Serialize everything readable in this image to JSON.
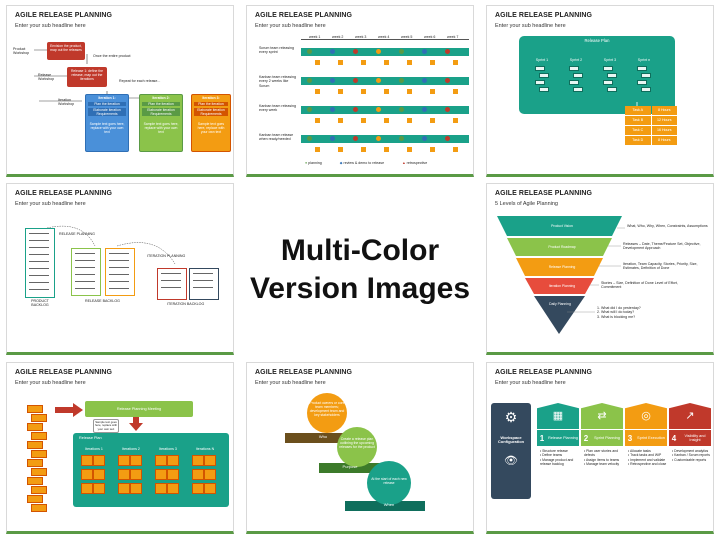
{
  "center": {
    "line1": "Multi-Color",
    "line2": "Version Images"
  },
  "slides": [
    {
      "title": "AGILE RELEASE PLANNING",
      "subtitle": "Enter your sub headline here",
      "labels": {
        "product_workshop": "Product Workshop",
        "release_workshop": "Release Workshop",
        "iteration_workshop": "Iteration Workshop",
        "once_entire": "Once the entire product",
        "repeat_each": "Repeat for each release...",
        "box1": "Envision the product, map out the releases",
        "box2": "Release 1: define the release, map out the iterations",
        "iterations": [
          "Iteration 1:",
          "Iteration 2:",
          "Iteration 3:"
        ],
        "plan": "Plan the iteration",
        "elaborate": "Elaborate iteration Requirements",
        "sample": "Sample text goes here, replace with your own text"
      }
    },
    {
      "title": "AGILE RELEASE PLANNING",
      "subtitle": "Enter your sub headline here",
      "weeks": [
        "week 1",
        "week 2",
        "week 3",
        "week 4",
        "week 5",
        "week 6",
        "week 7"
      ],
      "rows": [
        "Scrum team releasing every sprint",
        "Kanban team releasing every 2 weeks like Scrum",
        "Kanban team releasing every week",
        "Kanban team release when ready/needed"
      ],
      "legend": [
        "planning",
        "review & demo to release",
        "retrospective"
      ]
    },
    {
      "title": "AGILE RELEASE PLANNING",
      "subtitle": "Enter your sub headline here",
      "release_plan": "Release Plan",
      "sprints": [
        "Sprint 1",
        "Sprint 2",
        "Sprint 3",
        "Sprint n"
      ],
      "tasks": [
        [
          "Task A",
          "8 Hours"
        ],
        [
          "Task B",
          "12 Hours"
        ],
        [
          "Task C",
          "16 Hours"
        ],
        [
          "Task D",
          "8 Hours"
        ]
      ]
    },
    {
      "title": "AGILE RELEASE PLANNING",
      "subtitle": "Enter your sub headline here",
      "release_planning": "RELEASE PLANNING",
      "iteration_planning": "ITERATION PLANNING",
      "product_backlog": "PRODUCT BACKLOG",
      "release_backlog": "RELEASE BACKLOG",
      "iteration_backlog": "ITERATION BACKLOG"
    },
    {
      "title": "AGILE RELEASE PLANNING",
      "subtitle": "5 Levels of Agile Planning",
      "levels": [
        "Product Vision",
        "Product Roadmap",
        "Release Planning",
        "Iteration Planning",
        "Daily Planning"
      ],
      "notes": [
        "What, Who, Why, When, Constraints, Assumptions",
        "Releases – Date, Theme/Feature Set, Objective, Development Approach",
        "Iteration, Team Capacity, Stories, Priority, Size, Estimates, Definition of Done",
        "Stories – Size, Definition of Done Level of Effort, Commitment",
        "1. What did I do yesterday?\n2. What will I do today?\n3. What is blocking me?"
      ]
    },
    {
      "title": "AGILE RELEASE PLANNING",
      "subtitle": "Enter your sub headline here",
      "meeting": "Release Planning Meeting",
      "note": "Sample text goes here, replace with your own text",
      "release_plan": "Release Plan",
      "iterations": [
        "Iterations 1",
        "Iterations 2",
        "Iterations 3",
        "Iterations N"
      ]
    },
    {
      "title": "AGILE RELEASE PLANNING",
      "subtitle": "Enter your sub headline here",
      "circles": [
        "Product owners or core team members; development team and key stakeholders",
        "Create a release plan outlining the upcoming releases for the product",
        "At the start of each new release"
      ],
      "bars": [
        "Who",
        "Purpose",
        "When"
      ]
    },
    {
      "title": "AGILE RELEASE PLANNING",
      "subtitle": "Enter your sub headline here",
      "workspace": "Workspace Configuration",
      "steps": [
        {
          "num": "1",
          "name": "Release Planning",
          "items": [
            "Structure release",
            "Define teams",
            "Manage product and release backlog"
          ]
        },
        {
          "num": "2",
          "name": "Sprint Planning",
          "items": [
            "Plan user stories and defects",
            "Assign items to teams",
            "Manage team velocity"
          ]
        },
        {
          "num": "3",
          "name": "Sprint Execution",
          "items": [
            "Allocate tasks",
            "Track tasks and WIP",
            "Implement and validate",
            "Retrospective and close"
          ]
        },
        {
          "num": "4",
          "name": "Visibility and Insight",
          "items": [
            "Development analytics",
            "Kanban / Scrum reports",
            "Customizable reports"
          ]
        }
      ]
    }
  ]
}
